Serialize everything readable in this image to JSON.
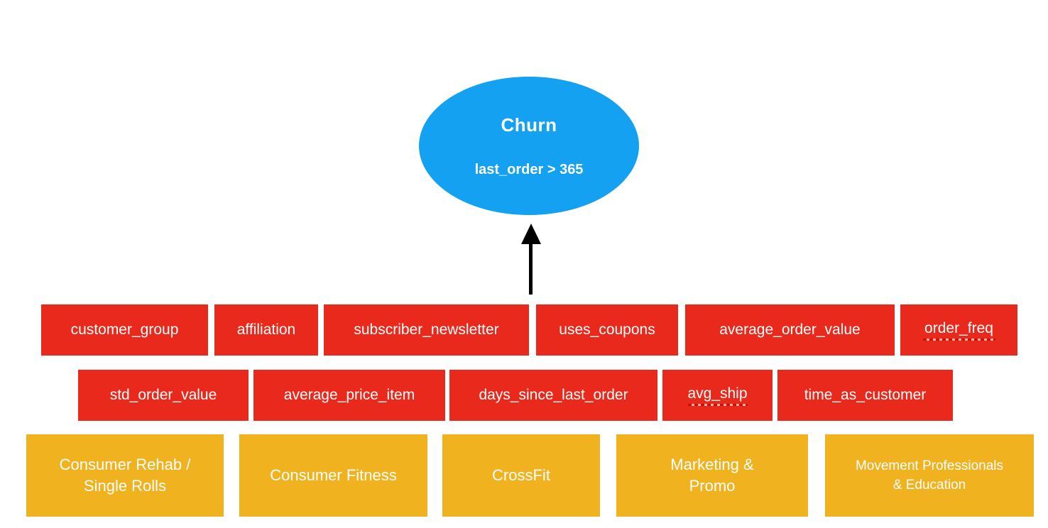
{
  "root_node": {
    "title": "Churn",
    "condition": "last_order > 365"
  },
  "feature_rows": {
    "row1": [
      "customer_group",
      "affiliation",
      "subscriber_newsletter",
      "uses_coupons",
      "average_order_value",
      "order_freq"
    ],
    "row2": [
      "std_order_value",
      "average_price_item",
      "days_since_last_order",
      "avg_ship",
      "time_as_customer"
    ]
  },
  "customer_groups": [
    {
      "lines": [
        "Consumer Rehab /",
        "Single Rolls"
      ]
    },
    {
      "lines": [
        "Consumer Fitness"
      ]
    },
    {
      "lines": [
        "CrossFit"
      ]
    },
    {
      "lines": [
        "Marketing &",
        "Promo"
      ]
    },
    {
      "lines": [
        "Movement Professionals",
        "& Education"
      ]
    }
  ],
  "colors": {
    "root_node_blue": "#14a1f1",
    "feature_red": "#e8291b",
    "group_yellow": "#f0b21e",
    "arrow_black": "#000000",
    "text_white": "#ffffff"
  }
}
